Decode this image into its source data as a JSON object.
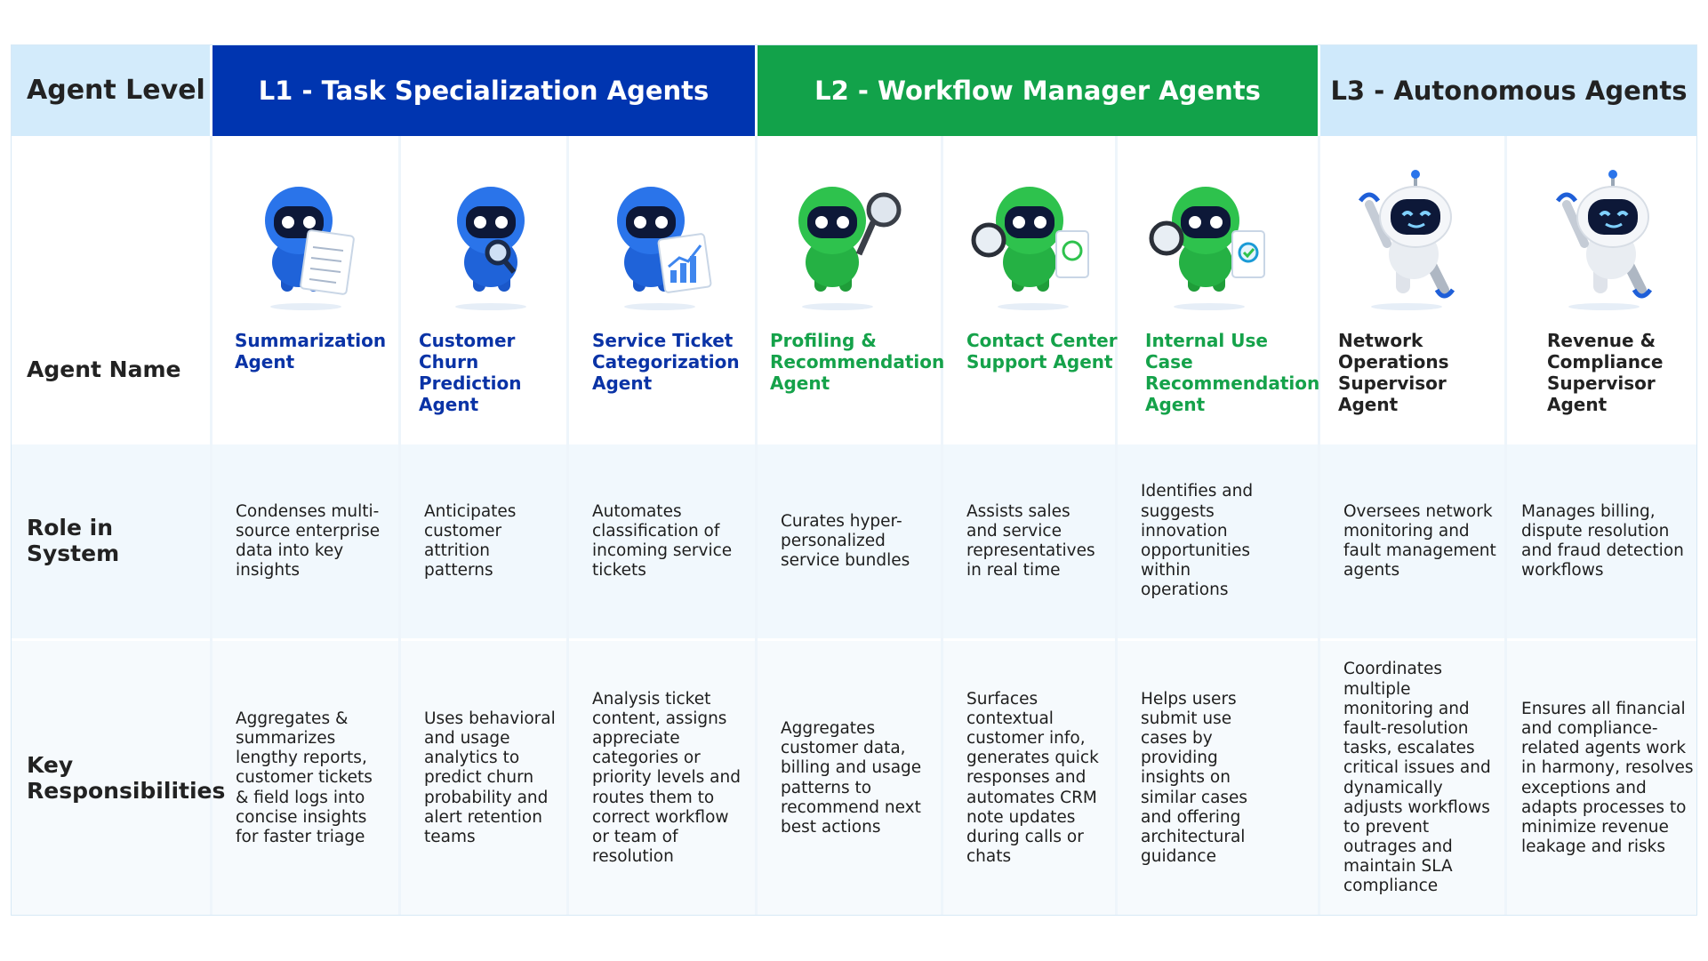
{
  "header": {
    "level_label": "Agent Level",
    "l1": "L1 - Task Specialization Agents",
    "l2": "L2 - Workflow Manager Agents",
    "l3": "L3 - Autonomous Agents"
  },
  "row_labels": {
    "name": "Agent Name",
    "role": "Role in System",
    "resp": "Key Responsibilities"
  },
  "colors": {
    "l1": "#0035b0",
    "l2": "#12a24a",
    "l3": "#cfe9fb",
    "level": "#d3ebfb"
  },
  "agents": [
    {
      "name": "Summarization Agent",
      "level": "L1",
      "icon": "blue-robot-document-icon",
      "role": "Condenses multi-source enterprise data into key insights",
      "resp": "Aggregates & summarizes lengthy reports, customer tickets & field logs into concise insights for faster triage"
    },
    {
      "name": "Customer Churn Prediction Agent",
      "level": "L1",
      "icon": "blue-robot-magnifier-icon",
      "role": "Anticipates customer attrition patterns",
      "resp": "Uses behavioral and usage analytics to predict churn probability and alert retention teams"
    },
    {
      "name": "Service Ticket Categorization Agent",
      "level": "L1",
      "icon": "blue-robot-chart-icon",
      "role": "Automates classification of incoming service tickets",
      "resp": "Analysis ticket content, assigns appreciate categories or priority levels and routes them to correct workflow or team of resolution"
    },
    {
      "name": "Profiling & Recommendation Agent",
      "level": "L2",
      "icon": "green-robot-magnifier-icon",
      "role": "Curates hyper-personalized service bundles",
      "resp": "Aggregates customer data, billing and usage patterns to recommend next best actions"
    },
    {
      "name": "Contact Center Support Agent",
      "level": "L2",
      "icon": "green-robot-magnifier-document-icon",
      "role": "Assists sales and service representatives in real time",
      "resp": "Surfaces contextual customer info, generates quick responses and automates CRM note updates during calls or chats"
    },
    {
      "name": "Internal Use Case Recommendation Agent",
      "level": "L2",
      "icon": "green-robot-checklist-icon",
      "role": "Identifies and suggests innovation opportunities within operations",
      "resp": "Helps users submit use cases by providing insights on similar cases and offering architectural guidance"
    },
    {
      "name": "Network Operations Supervisor Agent",
      "level": "L3",
      "icon": "white-robot-wrench-icon",
      "role": "Oversees network monitoring and fault management agents",
      "resp": "Coordinates multiple monitoring and fault-resolution tasks, escalates critical issues and dynamically adjusts workflows to prevent outrages and maintain SLA compliance"
    },
    {
      "name": "Revenue & Compliance Supervisor Agent",
      "level": "L3",
      "icon": "white-robot-wrench-icon",
      "role": "Manages billing, dispute resolution and fraud detection workflows",
      "resp": "Ensures all financial and compliance-related agents work in harmony, resolves exceptions and adapts processes to minimize revenue leakage and risks"
    }
  ]
}
